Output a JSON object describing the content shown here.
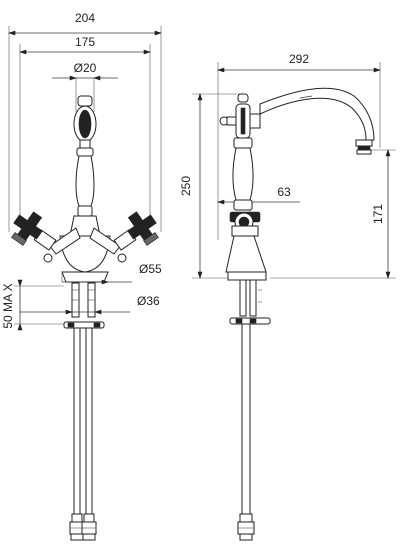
{
  "front_view": {
    "overall_width": "204",
    "handle_spread": "175",
    "spout_diameter": "Ø20",
    "base_diameter": "Ø55",
    "shank_diameter": "Ø36",
    "max_mount_thickness": "50 MA X"
  },
  "side_view": {
    "spout_reach": "292",
    "total_height": "250",
    "spout_outlet_height": "171",
    "base_to_centre": "63"
  },
  "colors": {
    "line": "#3a3a3a",
    "part_fill": "#ffffff",
    "dark_detail": "#222222"
  }
}
